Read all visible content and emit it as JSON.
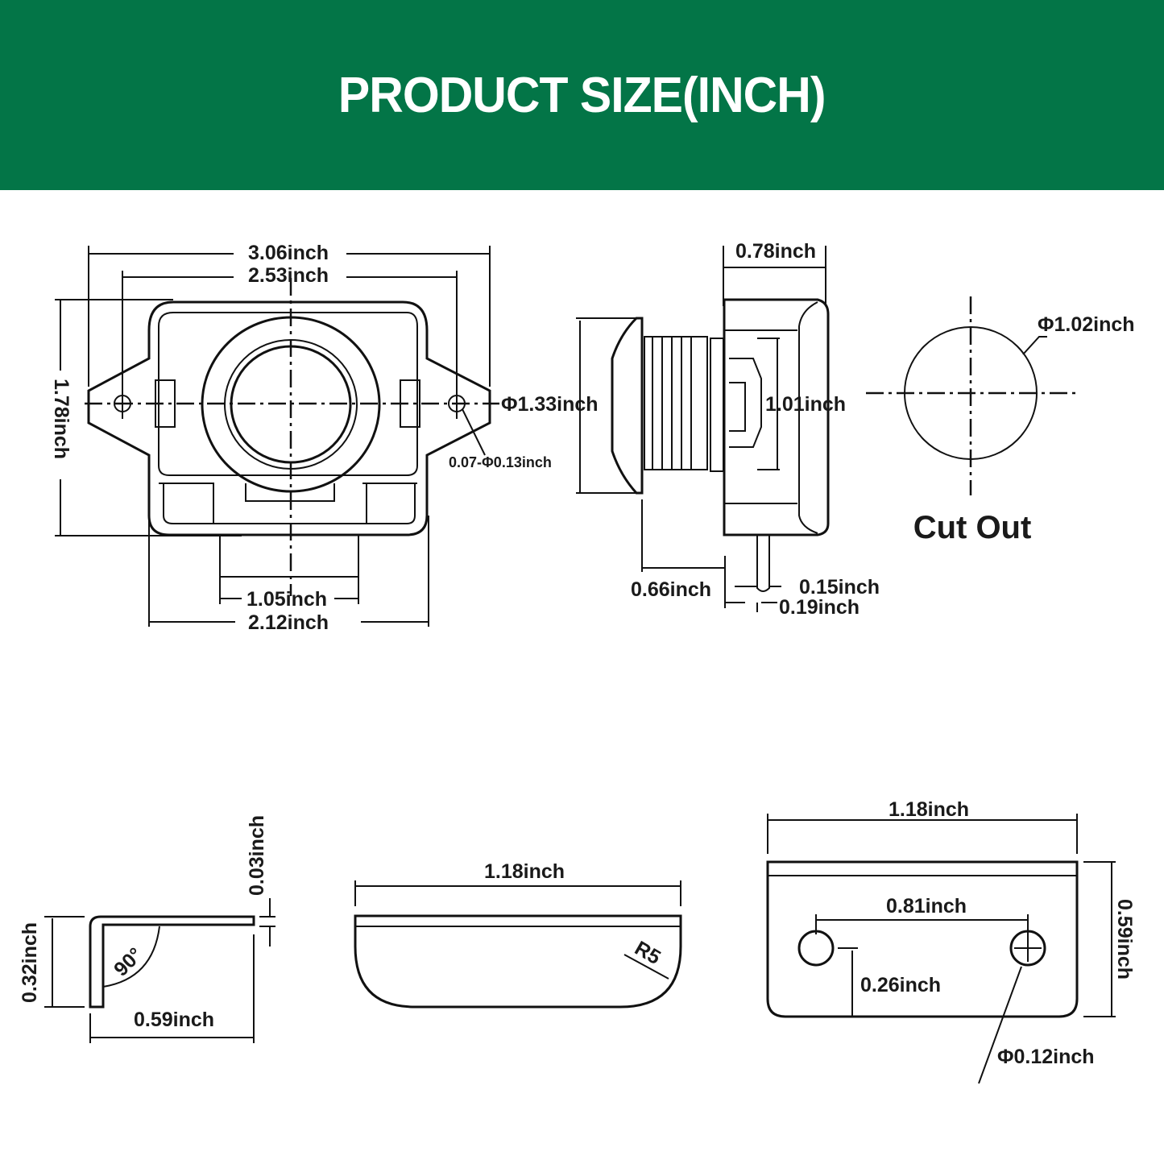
{
  "header": {
    "title": "PRODUCT SIZE(INCH)",
    "background": "#037547"
  },
  "front_view": {
    "overall_width": "3.06inch",
    "hole_spacing": "2.53inch",
    "height": "1.78inch",
    "button_diameter": "Φ1.33inch",
    "hole_spec": "0.07-Φ0.13inch",
    "bottom_tab_width": "1.05inch",
    "body_width": "2.12inch"
  },
  "side_view": {
    "body_depth": "0.78inch",
    "inner_height": "1.01inch",
    "button_protrusion": "0.66inch",
    "pin_width": "0.15inch",
    "pin_offset": "0.19inch"
  },
  "cut_out": {
    "diameter": "Φ1.02inch",
    "label": "Cut Out"
  },
  "bracket_side": {
    "thickness": "0.03inch",
    "height": "0.32inch",
    "angle": "90°",
    "length": "0.59inch"
  },
  "bracket_top": {
    "width": "1.18inch",
    "radius": "R5"
  },
  "bracket_front": {
    "width": "1.18inch",
    "hole_spacing": "0.81inch",
    "height": "0.59inch",
    "hole_height": "0.26inch",
    "hole_diameter": "Φ0.12inch"
  }
}
